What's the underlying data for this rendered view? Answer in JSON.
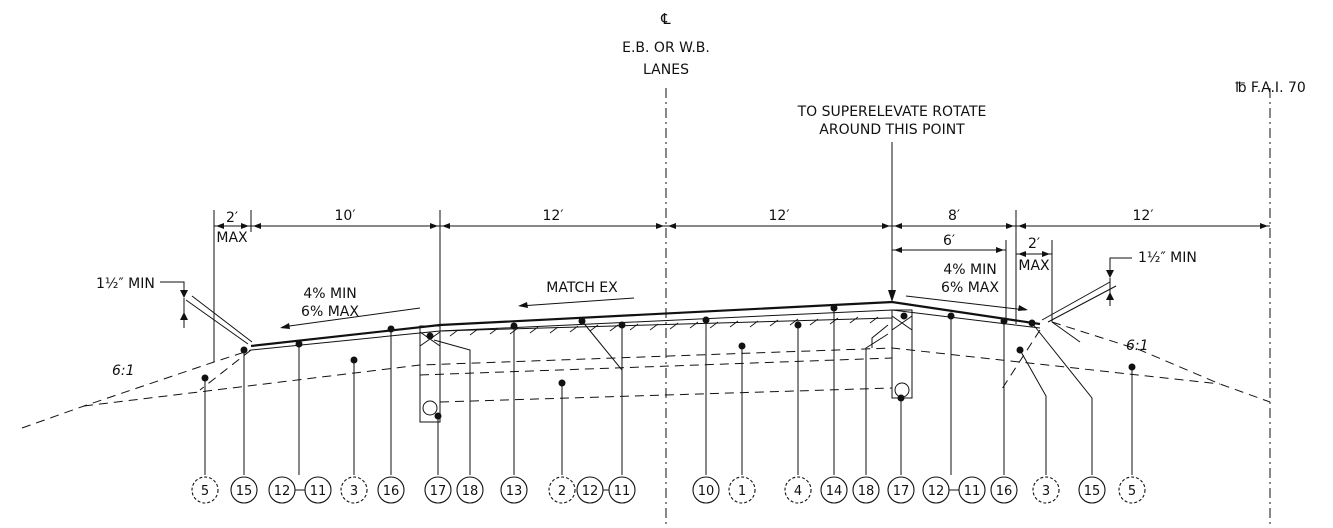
{
  "labels": {
    "cl_symbol": "℄",
    "cl_line1": "E.B. OR W.B.",
    "cl_line2": "LANES",
    "base_line": "℔ F.A.I. 70",
    "super1": "TO SUPERELEVATE ROTATE",
    "super2": "AROUND THIS POINT",
    "min_left": "1½″ MIN",
    "min_right": "1½″ MIN",
    "slope_left_1": "4% MIN",
    "slope_left_2": "6% MAX",
    "slope_right_1": "4% MIN",
    "slope_right_2": "6% MAX",
    "match_ex": "MATCH EX",
    "ratio_left": "6:1",
    "ratio_right": "6:1"
  },
  "dimensions": {
    "d_2max_left": "2′",
    "d_2max_left_max": "MAX",
    "d_10": "10′",
    "d_12_a": "12′",
    "d_12_b": "12′",
    "d_8": "8′",
    "d_6": "6′",
    "d_2max_right": "2′",
    "d_2max_right_max": "MAX",
    "d_12_c": "12′"
  },
  "callouts": [
    {
      "n": "5",
      "dashed": true
    },
    {
      "n": "15",
      "dashed": false
    },
    {
      "n": "12",
      "dashed": false
    },
    {
      "n": "11",
      "dashed": false
    },
    {
      "n": "3",
      "dashed": true
    },
    {
      "n": "16",
      "dashed": false
    },
    {
      "n": "17",
      "dashed": false
    },
    {
      "n": "18",
      "dashed": false
    },
    {
      "n": "13",
      "dashed": false
    },
    {
      "n": "2",
      "dashed": true
    },
    {
      "n": "12",
      "dashed": false
    },
    {
      "n": "11",
      "dashed": false
    },
    {
      "n": "10",
      "dashed": false
    },
    {
      "n": "1",
      "dashed": true
    },
    {
      "n": "4",
      "dashed": true
    },
    {
      "n": "14",
      "dashed": false
    },
    {
      "n": "18",
      "dashed": false
    },
    {
      "n": "17",
      "dashed": false
    },
    {
      "n": "12",
      "dashed": false
    },
    {
      "n": "11",
      "dashed": false
    },
    {
      "n": "16",
      "dashed": false
    },
    {
      "n": "3",
      "dashed": true
    },
    {
      "n": "15",
      "dashed": false
    },
    {
      "n": "5",
      "dashed": true
    }
  ]
}
